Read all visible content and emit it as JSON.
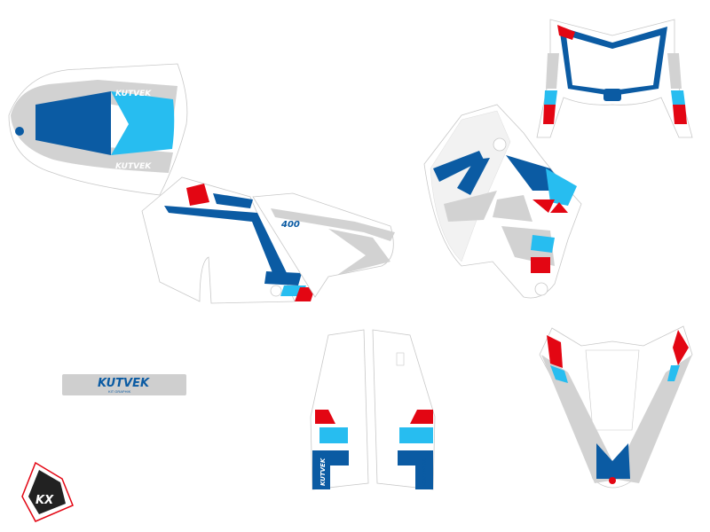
{
  "product": {
    "brand_logo_text": "KUTVEK",
    "side_panel_text": "400",
    "plate_text": "KUTVEK",
    "plate_subtext": "KIT GRAPHIK",
    "seat_logo_text": "KUTVEK",
    "fork_logo_text": "KUTVEK"
  },
  "colors": {
    "dark_blue": "#0b5ba3",
    "light_blue": "#27bdf0",
    "red": "#e30613",
    "gray": "#d2d2d2"
  }
}
